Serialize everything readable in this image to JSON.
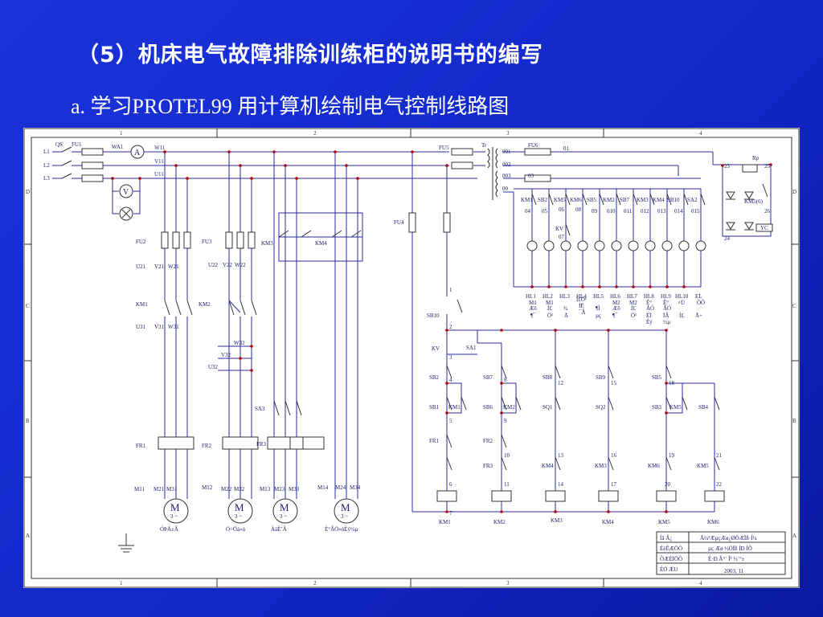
{
  "slide": {
    "title": "（5）机床电气故障排除训练柜的说明书的编写",
    "subtitle": "a. 学习PROTEL99  用计算机绘制电气控制线路图"
  },
  "colors": {
    "background": "#1a33d9",
    "wire": "#2a2aa0",
    "node": "#b00000",
    "text": "#1a1a66"
  },
  "frame": {
    "columns": [
      "1",
      "2",
      "3",
      "4"
    ],
    "rows": [
      "D",
      "C",
      "B",
      "A"
    ]
  },
  "supply": {
    "phases": [
      "L1",
      "L2",
      "L3"
    ],
    "switch": "QS",
    "fuse": "FU1",
    "ammeter_label": "WA1",
    "ammeter_symbol": "A",
    "voltmeter_symbol": "V",
    "bus": [
      "W11",
      "V11",
      "U11"
    ]
  },
  "power": {
    "fuses": [
      "FU2",
      "FU3",
      "FU4",
      "FU5",
      "FU6"
    ],
    "contactor_km3": "KM3",
    "contactor_km4": "KM4",
    "km1": "KM1",
    "km2": "KM2",
    "uvw2": [
      "U21",
      "V21",
      "W21"
    ],
    "uvw22": [
      "U22",
      "V22",
      "W22"
    ],
    "uvw3": [
      "U31",
      "V31",
      "W31"
    ],
    "uvw32": [
      "W32",
      "V32",
      "U32"
    ],
    "sa3": "SA3",
    "overloads": [
      "FR1",
      "FR2",
      "FR3"
    ],
    "motor_terminals": [
      [
        "M11",
        "M21",
        "M31"
      ],
      [
        "M12",
        "M22",
        "M32"
      ],
      [
        "M13",
        "M23",
        "M33"
      ],
      [
        "M14",
        "M24",
        "M34"
      ]
    ],
    "motor_symbol": "M",
    "motor_sub": "3 ~",
    "motor_captions": [
      "ÓÞÄ±Â",
      "Ö÷Öá»ú",
      "ÀäÈ´Â",
      "É°ÂÖ»úÉý½µ"
    ]
  },
  "transformer": {
    "label": "Tr",
    "taps": [
      "001",
      "002",
      "003",
      "00"
    ],
    "outs": [
      "01",
      "03"
    ]
  },
  "indicators": {
    "contacts": [
      "KM1",
      "SB2",
      "KM5",
      "KM6",
      "SB5",
      "KM2",
      "SB7",
      "KM3",
      "KM4",
      "SB10",
      "SA2"
    ],
    "wires": [
      "04",
      "05",
      "06",
      "08",
      "09",
      "010",
      "011",
      "012",
      "013",
      "014",
      "015"
    ],
    "kv": "KV",
    "kv_wire": "07",
    "lamps": [
      "HL1",
      "HL2",
      "HL3",
      "HL4",
      "HL5",
      "HL6",
      "HL7",
      "HL8",
      "HL9",
      "HL10",
      "EL"
    ],
    "lamp_row2": [
      "M1",
      "M1",
      "",
      "Í£Ö¹",
      "",
      "M2",
      "M2",
      "Ê°",
      "Ê°",
      "×Ü",
      "ÕÕ"
    ],
    "lamp_row3": [
      "Æô",
      "Í£",
      "¾",
      "ÍË",
      "¶Ì",
      "Æô",
      "Í£",
      "ÃÓ",
      "ÃÓ",
      "",
      ""
    ],
    "lamp_row4": [
      "¶¯",
      "Ö¹",
      "Ä",
      "¯Â",
      "µç",
      "¶¯",
      "Ö¹",
      "ÉÏ",
      "ÏÂ",
      "",
      ""
    ],
    "lamp_row5": [
      "",
      "",
      "",
      "",
      "",
      "",
      "",
      "Éý",
      "½µ",
      "Í£",
      "Ã÷"
    ]
  },
  "rectifier": {
    "rp": "Rp",
    "n23": "23",
    "n25": "25",
    "n26": "26",
    "n24": "24",
    "km5": "KM5(6)",
    "yc": "YC"
  },
  "control": {
    "nodes": [
      "1",
      "2",
      "3",
      "4",
      "5",
      "6",
      "7",
      "8",
      "9",
      "10",
      "11",
      "12",
      "13",
      "14",
      "15",
      "16",
      "17",
      "18",
      "19",
      "20",
      "21",
      "22"
    ],
    "sb10": "SB10",
    "kv": "KV",
    "sa1": "SA1",
    "start_buttons": [
      "SB2",
      "SB7",
      "SB8",
      "SB9",
      "SB5"
    ],
    "stop_buttons": [
      "SB1",
      "SB6",
      "SQ1",
      "SQ2",
      "SB3",
      "SB4"
    ],
    "holds": [
      "KM1",
      "KM2",
      "KM5"
    ],
    "interlocks": [
      "KM4",
      "KM3",
      "KM6",
      "KM5"
    ],
    "frs": [
      "FR1",
      "FR2",
      "FR3"
    ],
    "coils": [
      "KM1",
      "KM2",
      "KM3",
      "KM4",
      "KM5",
      "KM6"
    ]
  },
  "title_block": {
    "r1": [
      "Íâ  Â¿",
      "Ã¼³ÆµçÆø¿ØÖÆÏß·Í¼"
    ],
    "r2": [
      "ÉèÊÆÖÕ",
      "µç  Æø  ½ÓÏß  ÍÐ  ÍÕ"
    ],
    "r3": [
      "ÕÆÈÏÖÕ",
      "É·Ð Â°´  Îª ½´°±"
    ],
    "r4": [
      "ÉÓ  ÆU",
      "2003, 11"
    ]
  }
}
